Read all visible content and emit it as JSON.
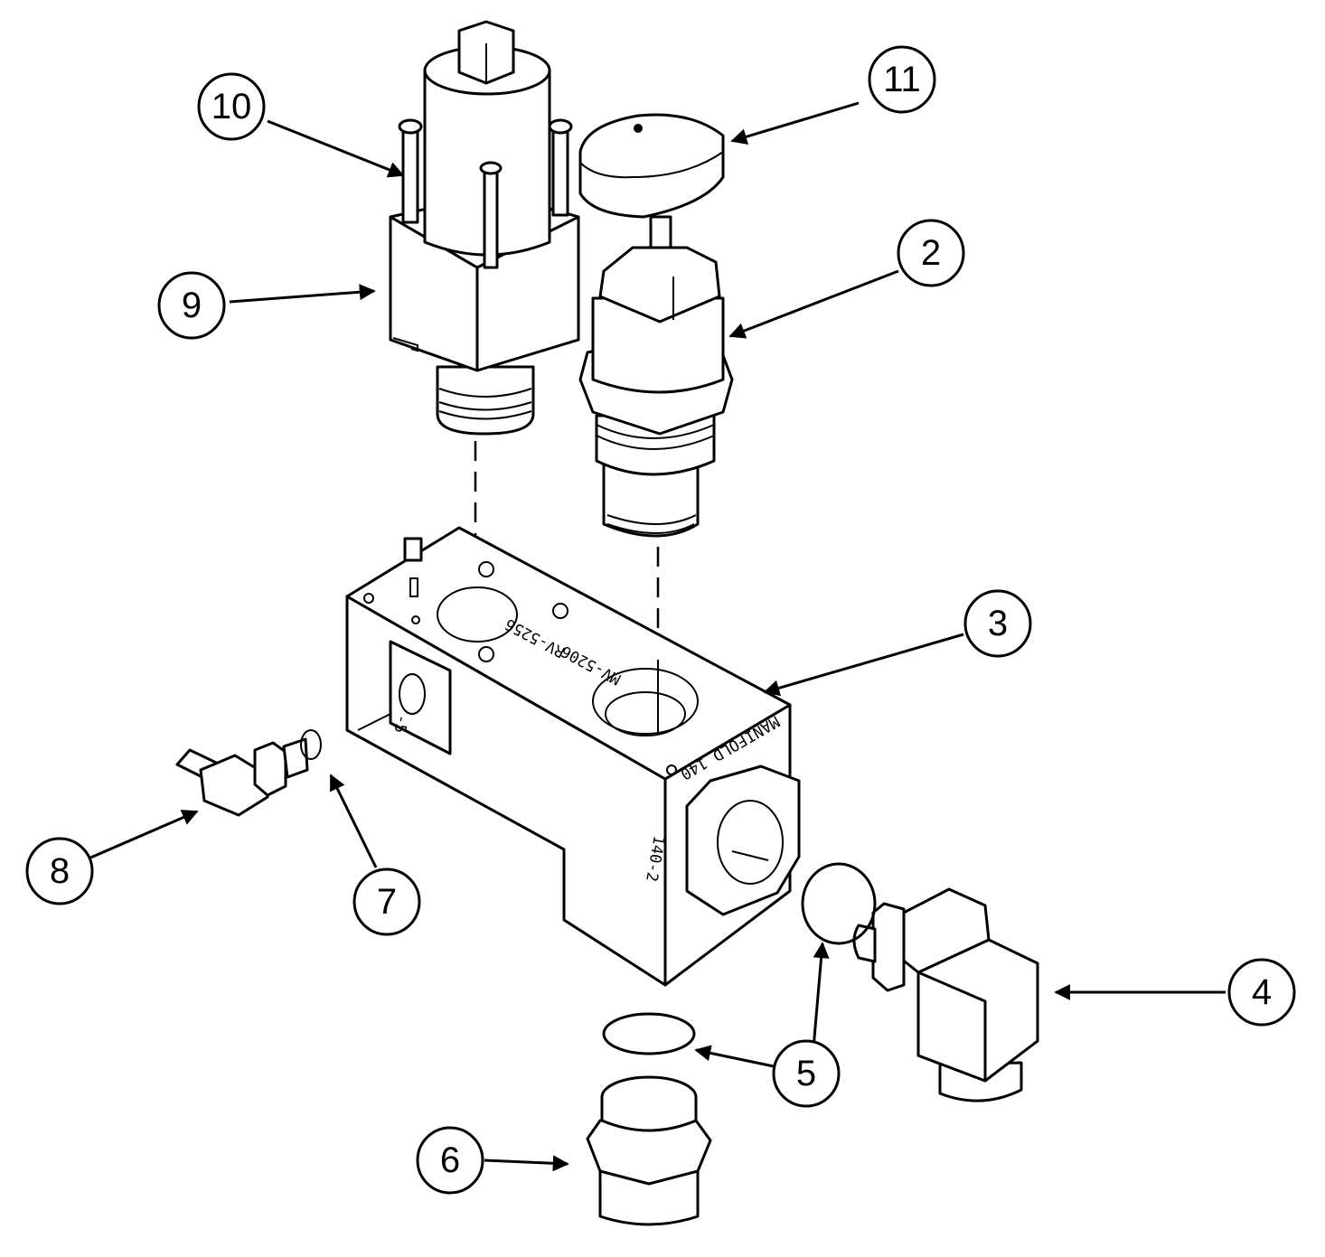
{
  "callouts": {
    "c2": "2",
    "c3": "3",
    "c4": "4",
    "c5": "5",
    "c6": "6",
    "c7": "7",
    "c8": "8",
    "c9": "9",
    "c10": "10",
    "c11": "11"
  },
  "engravings": {
    "port_a": "RV-5256",
    "port_b": "MV-5206",
    "manifold": "MANIFOLD 140",
    "side_mark": "140-2",
    "small_mark": "-5"
  },
  "colors": {
    "line": "#000000",
    "background": "#ffffff"
  }
}
